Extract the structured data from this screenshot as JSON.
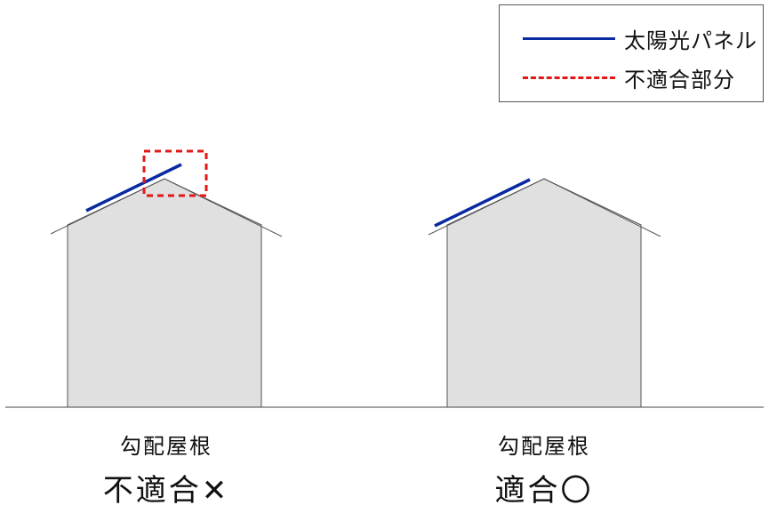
{
  "legend": {
    "solar_panel_label": "太陽光パネル",
    "unsuitable_part_label": "不適合部分",
    "solar_panel_color": "#0a2aa0",
    "unsuitable_part_color": "#e01818"
  },
  "houses": [
    {
      "roof_type": "勾配屋根",
      "verdict": "不適合✕",
      "has_unsuitable_part": true
    },
    {
      "roof_type": "勾配屋根",
      "verdict": "適合〇",
      "has_unsuitable_part": false
    }
  ],
  "colors": {
    "wall_fill": "#e0e0e0",
    "outline": "#555555",
    "ground": "#444444"
  }
}
